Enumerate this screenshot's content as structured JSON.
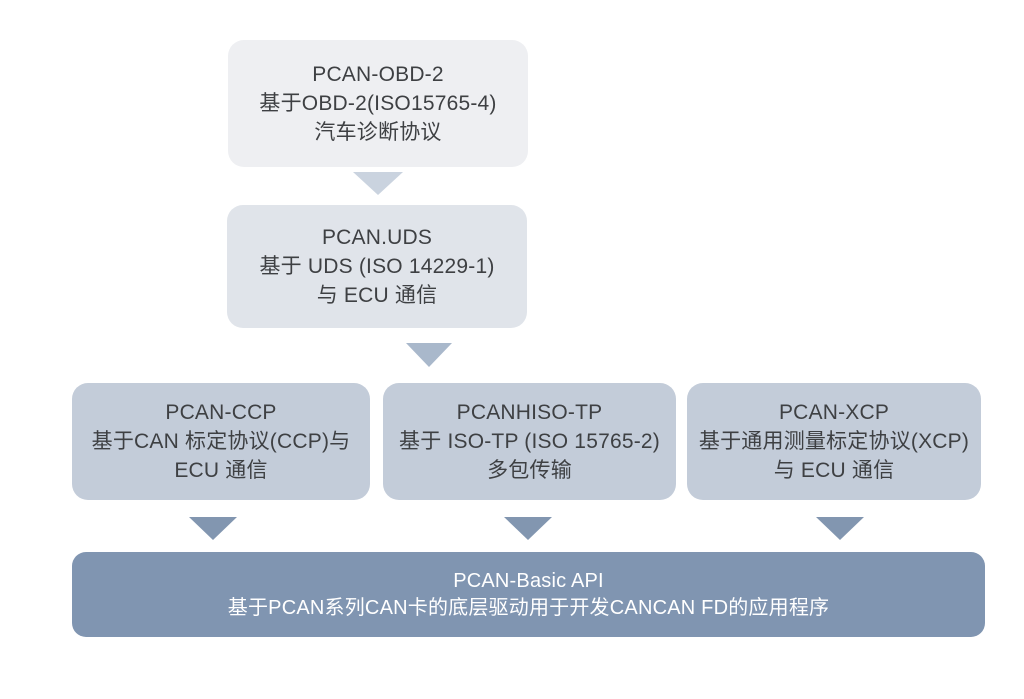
{
  "diagram": {
    "title_hint": "PCAN software API stack flow diagram",
    "colors": {
      "background": "#ffffff",
      "node_level1_fill": "#eeeff2",
      "node_level2_fill": "#e0e4ea",
      "node_level3_fill": "#c3ccd9",
      "node_level4_fill": "#8095b1",
      "text_dark": "#3e4043",
      "text_light": "#ffffff",
      "arrow_level1": "#cad3df",
      "arrow_level2": "#a9b8cb",
      "arrow_level3": "#8296b0"
    },
    "nodes": {
      "obd2": {
        "lines": [
          "PCAN-OBD-2",
          "基于OBD-2(ISO15765-4)",
          "汽车诊断协议"
        ]
      },
      "uds": {
        "lines": [
          "PCAN.UDS",
          "基于 UDS (ISO 14229-1)",
          "与 ECU 通信"
        ]
      },
      "ccp": {
        "lines": [
          "PCAN-CCP",
          "基于CAN 标定协议(CCP)与",
          "ECU 通信"
        ]
      },
      "isotp": {
        "lines": [
          "PCANHISO-TP",
          "基于 ISO-TP (ISO 15765-2)",
          "多包传输"
        ]
      },
      "xcp": {
        "lines": [
          "PCAN-XCP",
          "基于通用测量标定协议(XCP)",
          "与 ECU 通信"
        ]
      },
      "basic": {
        "lines": [
          "PCAN-Basic API",
          "基于PCAN系列CAN卡的底层驱动用于开发CANCAN FD的应用程序"
        ]
      }
    }
  }
}
